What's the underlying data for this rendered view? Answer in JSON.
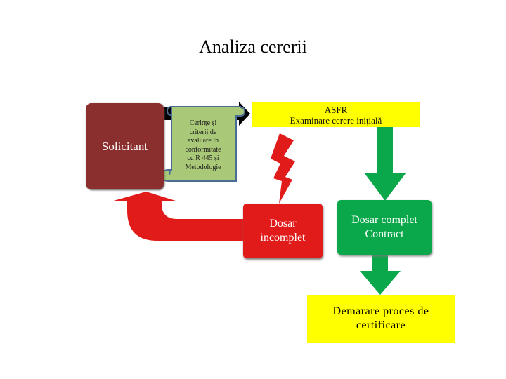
{
  "title": "Analiza cererii",
  "nodes": {
    "solicitant": "Solicitant",
    "scroll_text": "Cerințe și\ncriterii de\nevaluare în\nconformitate\ncu R 445 și\nMetodologie",
    "asfr": "ASFR\nExaminare cerere inițială",
    "incomplete": "Dosar\nincomplet",
    "complete": "Dosar complet\nContract",
    "certification": "Demarare proces de\ncertificare"
  },
  "colors": {
    "solicitant": "#8b2e2e",
    "scroll": "#a9c878",
    "asfr": "#ffff00",
    "incomplete": "#e11a1a",
    "complete": "#0aa84a",
    "certification": "#ffff00",
    "top_arrow": "#000000",
    "return_arrow": "#e11a1a",
    "flow_arrow": "#0aa84a"
  }
}
